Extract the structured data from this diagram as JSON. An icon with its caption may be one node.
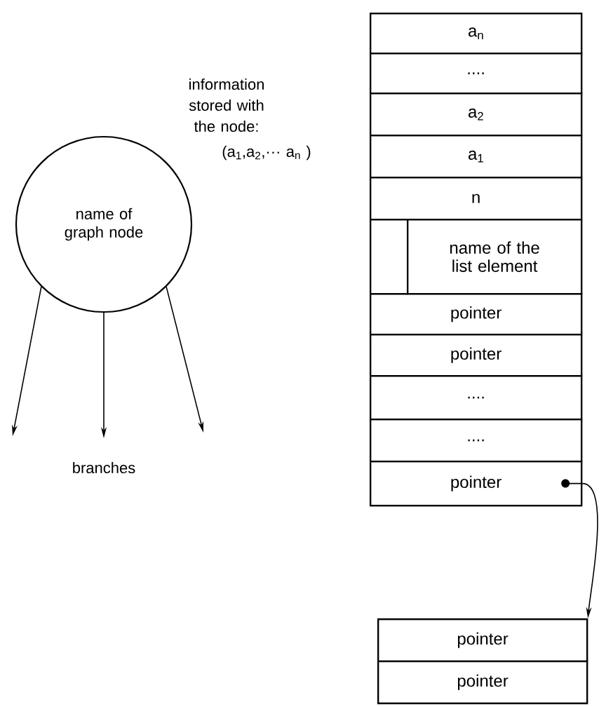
{
  "diagram": {
    "nodes": [
      {
        "text": [
          "name of graph node"
        ]
      },
      {
        "text": [],
        "shape": "box"
      },
      {
        "text": [
          "a$_{n}$"
        ],
        "in": 1
      },
      {
        "text": [
          "...."
        ],
        "in": 1
      },
      {
        "text": [
          "a$_{2}$"
        ],
        "in": 1
      },
      {
        "text": [
          "a$_{1}$"
        ],
        "in": 1
      },
      {
        "text": [
          "n"
        ],
        "in": 1
      },
      {
        "text": [],
        "shape": "box",
        "in": 1
      },
      {
        "text": [
          "name of the list element"
        ],
        "in": 1
      },
      {
        "text": [
          "pointer"
        ],
        "in": 1
      },
      {
        "text": [
          "pointer"
        ],
        "in": 1
      },
      {
        "text": [
          "...."
        ],
        "in": 1
      },
      {
        "text": [
          "...."
        ],
        "in": 1
      },
      {
        "text": [
          "pointer"
        ],
        "in": 1
      },
      {
        "text": [],
        "shape": "box"
      },
      {
        "text": [
          "pointer"
        ],
        "in": 14
      },
      {
        "text": [
          "pointer"
        ],
        "in": 14
      }
    ],
    "edges": [
      {
        "from": 0,
        "to": null,
        "arrow": "to"
      },
      {
        "from": 0,
        "to": null,
        "arrow": "to"
      },
      {
        "from": 0,
        "to": null,
        "arrow": "to"
      },
      {
        "from": 13,
        "to": 14,
        "arrow": "to"
      }
    ],
    "labels": [
      "information stored with the node:",
      "(a$_{1}$,a$_{2}$,··· a$_{n}$ )",
      "branches"
    ]
  }
}
